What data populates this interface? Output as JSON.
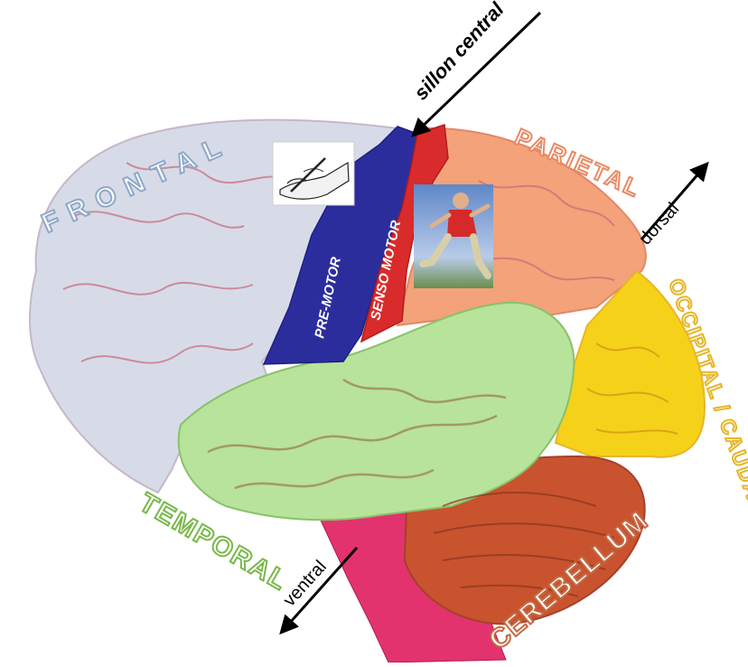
{
  "diagram": {
    "labels": {
      "sillon": "sillon central",
      "frontal": "FRONTAL",
      "parietal": "PARIETAL",
      "dorsal": "dorsal",
      "occipital": "OCCIPITAL / CAUDAL",
      "temporal": "TEMPORAL",
      "ventral": "ventral",
      "cerebellum": "CEREBELLUM",
      "premotor": "PRE-MOTOR",
      "sensomotor": "SENSO MOTOR"
    },
    "colors": {
      "frontal": "#d7dbe8",
      "parietal": "#f3a27a",
      "occipital": "#f6d11a",
      "temporal": "#b7e39a",
      "cerebellum": "#c9532e",
      "brainstem": "#e2336f",
      "premotor": "#2c2d9c",
      "sensomotor": "#d92b2b",
      "outline_text_frontal": "#8fa8c8",
      "outline_text_parietal": "#e88a64",
      "outline_text_occipital": "#e6b629",
      "outline_text_temporal": "#79b84a",
      "outline_text_cerebellum": "#c46a44"
    },
    "icons": {
      "writing": "hand-writing-icon",
      "running": "running-boy-photo"
    }
  }
}
